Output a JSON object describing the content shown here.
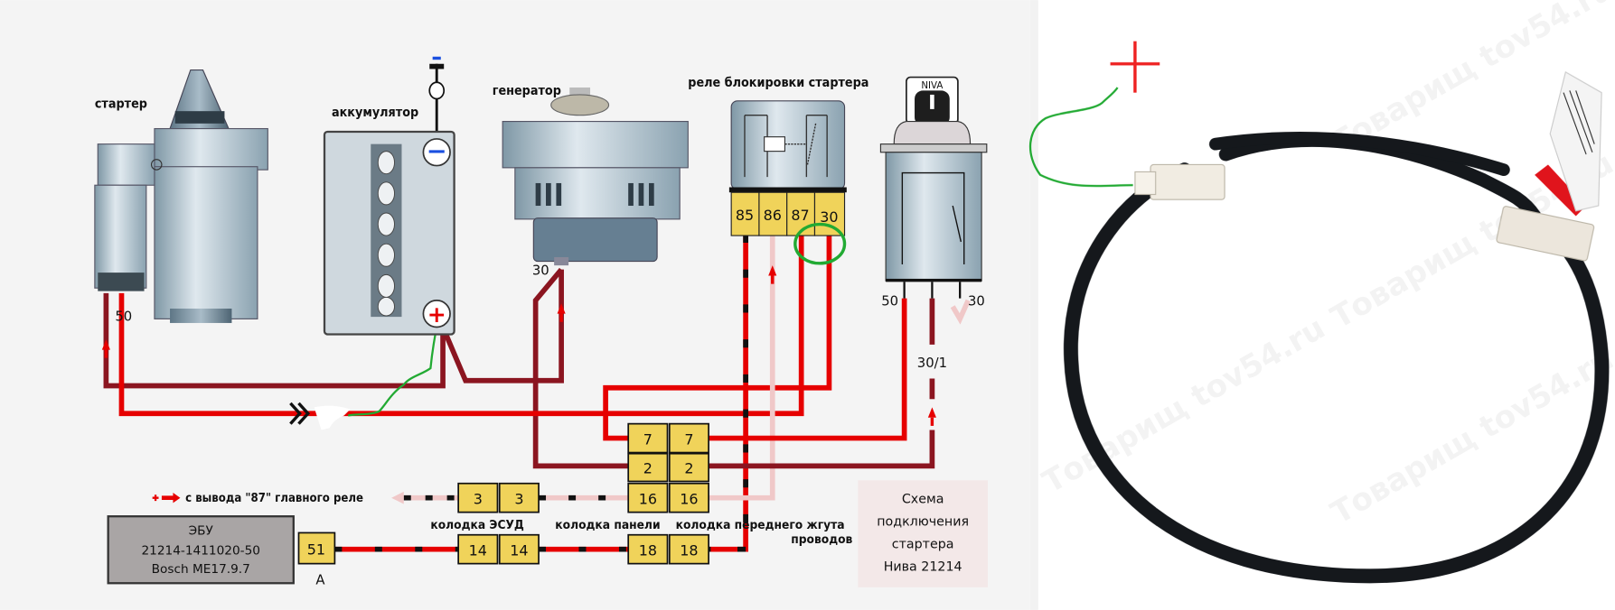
{
  "diagram": {
    "components": {
      "starter": "стартер",
      "battery": "аккумулятор",
      "generator": "генератор",
      "relay": "реле блокировки стартера",
      "switch_brand": "NIVA",
      "ecu_name": "ЭБУ",
      "ecu_part": "21214-1411020-50",
      "ecu_model": "Bosch ME17.9.7"
    },
    "battery_terminals": {
      "negative": "−",
      "positive": "+"
    },
    "relay_pins": [
      "85",
      "86",
      "87",
      "30"
    ],
    "terminal_labels": {
      "starter_50": "50",
      "generator_30": "30",
      "switch_50": "50",
      "switch_30": "30",
      "switch_30_1": "30/1",
      "ecu_pin": "51",
      "ecu_connector": "A"
    },
    "connectors": {
      "pair_7": [
        "7",
        "7"
      ],
      "pair_2": [
        "2",
        "2"
      ],
      "pair_16": [
        "16",
        "16"
      ],
      "pair_18": [
        "18",
        "18"
      ],
      "pair_3": [
        "3",
        "3"
      ],
      "pair_14": [
        "14",
        "14"
      ]
    },
    "connector_labels": {
      "esud": "колодка ЭСУД",
      "panel": "колодка панели",
      "front_harness_1": "колодка переднего жгута",
      "front_harness_2": "проводов"
    },
    "source_note": "с вывода \"87\" главного реле",
    "caption": [
      "Схема",
      "подключения",
      "стартера",
      "Нива 21214"
    ],
    "colors": {
      "wire_red": "#e60000",
      "wire_darkred": "#8b1520",
      "wire_pink": "#f0c8c8",
      "connector_yellow": "#f0d35a",
      "annotation_green": "#22aa33",
      "annotation_red": "#ee2222"
    }
  },
  "photo": {
    "annotation": "+",
    "watermark": "Товарищ tov54.ru"
  }
}
